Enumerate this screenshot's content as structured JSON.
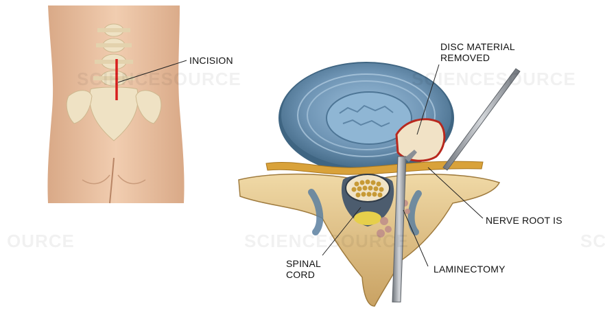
{
  "labels": {
    "incision": "INCISION",
    "disc_material_line1": "DISC MATERIAL",
    "disc_material_line2": "REMOVED",
    "nerve_root": "NERVE ROOT IS",
    "spinal_cord_line1": "SPINAL",
    "spinal_cord_line2": "CORD",
    "laminectomy": "LAMINECTOMY"
  },
  "watermarks": [
    "SCIENCESOURCE",
    "SCIENCESOURCE",
    "OURCE",
    "SCIENCESOURCE",
    "SC"
  ],
  "colors": {
    "skin": "#e8bf9a",
    "bone": "#e2c48a",
    "disc": "#6f95b5",
    "nucleus": "#8fb6d4",
    "nerve": "#d9a23a",
    "incision": "#d81e1e",
    "blood": "#b8281e",
    "instrument": "#8a8f96"
  }
}
